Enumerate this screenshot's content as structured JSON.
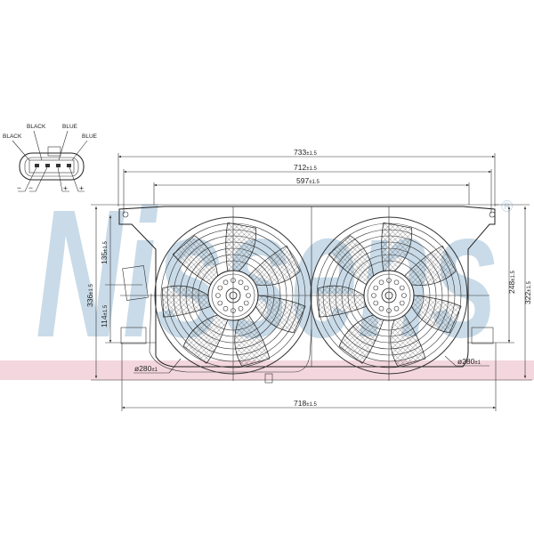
{
  "watermark": {
    "text": "Nissens",
    "registered": "®",
    "color": "#c9dbe8",
    "band_color": "#f4d7de"
  },
  "connector": {
    "wires": [
      {
        "color_label": "BLACK",
        "polarity": "−"
      },
      {
        "color_label": "BLACK",
        "polarity": "−"
      },
      {
        "color_label": "BLUE",
        "polarity": "+"
      },
      {
        "color_label": "BLUE",
        "polarity": "+"
      }
    ]
  },
  "dimensions": {
    "overall_width": {
      "value": "733",
      "tol": "±1.5"
    },
    "mount_width": {
      "value": "712",
      "tol": "±1.5"
    },
    "shroud_width": {
      "value": "597",
      "tol": "±1.5"
    },
    "bottom_width": {
      "value": "718",
      "tol": "±1.5"
    },
    "overall_height": {
      "value": "336",
      "tol": "±1.5"
    },
    "upper_offset": {
      "value": "135",
      "tol": "±1.5"
    },
    "lower_offset": {
      "value": "114",
      "tol": "±1.5"
    },
    "right_height_inner": {
      "value": "248",
      "tol": "±1.5"
    },
    "right_height_outer": {
      "value": "322",
      "tol": "±1.5"
    },
    "fan_left_diameter": {
      "value": "ø280",
      "tol": "±1"
    },
    "fan_right_diameter": {
      "value": "ø280",
      "tol": "±1"
    }
  }
}
